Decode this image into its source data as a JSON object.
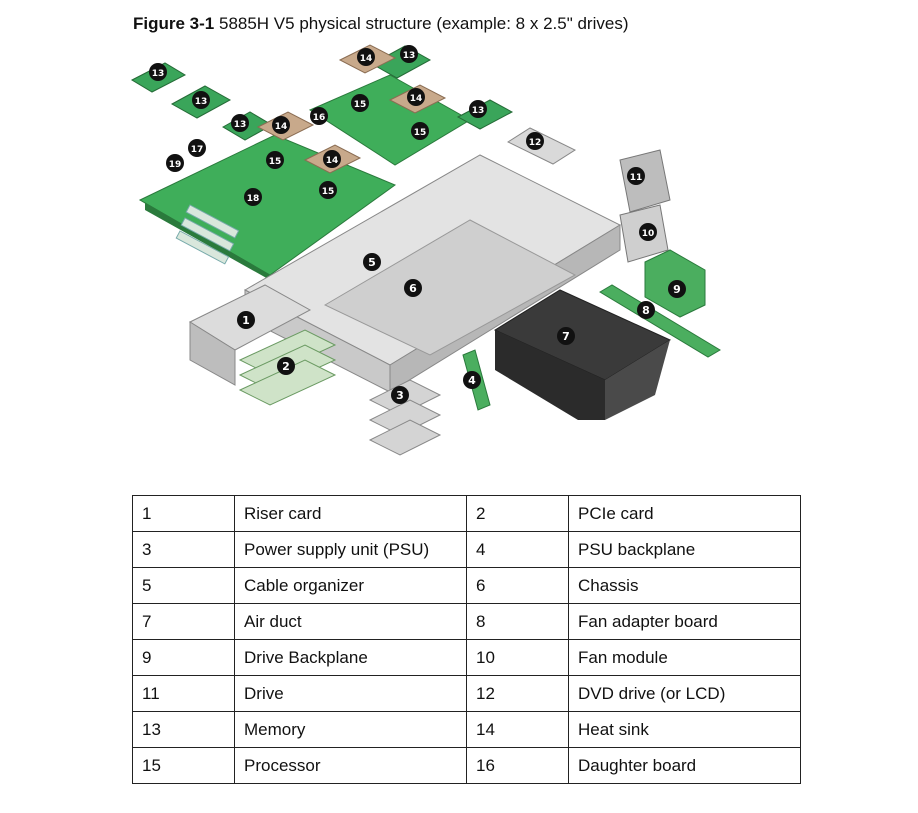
{
  "caption": {
    "label": "Figure 3-1",
    "text": "5885H V5 physical structure (example: 8 x 2.5\" drives)"
  },
  "callouts": [
    "1",
    "2",
    "3",
    "4",
    "5",
    "6",
    "7",
    "8",
    "9",
    "10",
    "11",
    "12",
    "13",
    "13",
    "13",
    "13",
    "13",
    "14",
    "14",
    "14",
    "14",
    "15",
    "15",
    "15",
    "15",
    "16",
    "17",
    "18",
    "19"
  ],
  "legend": [
    [
      {
        "num": "1",
        "name": "Riser card"
      },
      {
        "num": "2",
        "name": "PCIe card"
      }
    ],
    [
      {
        "num": "3",
        "name": "Power supply unit (PSU)"
      },
      {
        "num": "4",
        "name": "PSU backplane"
      }
    ],
    [
      {
        "num": "5",
        "name": "Cable organizer"
      },
      {
        "num": "6",
        "name": "Chassis"
      }
    ],
    [
      {
        "num": "7",
        "name": "Air duct"
      },
      {
        "num": "8",
        "name": "Fan adapter board"
      }
    ],
    [
      {
        "num": "9",
        "name": "Drive Backplane"
      },
      {
        "num": "10",
        "name": "Fan module"
      }
    ],
    [
      {
        "num": "11",
        "name": "Drive"
      },
      {
        "num": "12",
        "name": "DVD drive (or LCD)"
      }
    ],
    [
      {
        "num": "13",
        "name": "Memory"
      },
      {
        "num": "14",
        "name": "Heat sink"
      }
    ],
    [
      {
        "num": "15",
        "name": "Processor"
      },
      {
        "num": "16",
        "name": "Daughter board"
      }
    ]
  ]
}
